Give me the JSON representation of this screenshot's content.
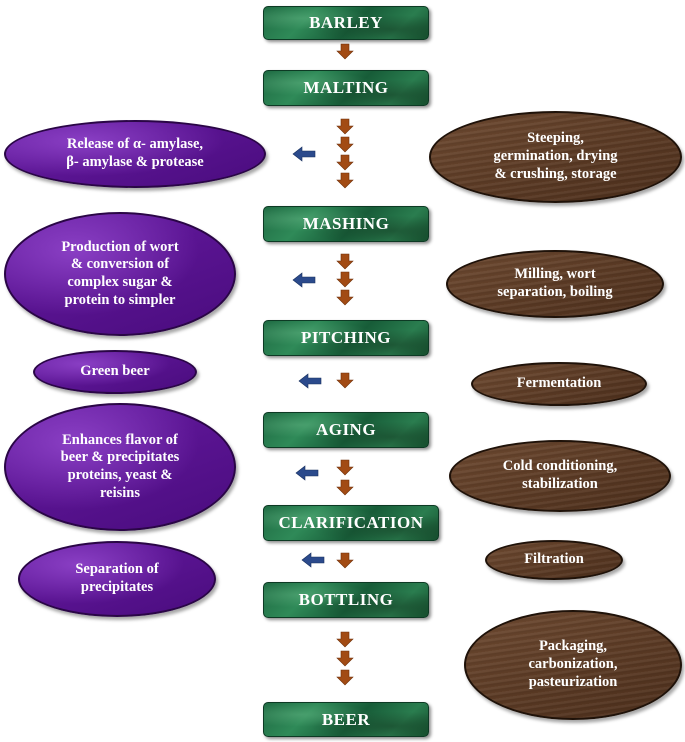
{
  "process_steps": {
    "barley": "BARLEY",
    "malting": "MALTING",
    "mashing": "MASHING",
    "pitching": "PITCHING",
    "aging": "AGING",
    "clarification": "CLARIFICATION",
    "bottling": "BOTTLING",
    "beer": "BEER"
  },
  "outcomes": {
    "malting": "Release of α- amylase,\nβ- amylase & protease",
    "mashing": "Production of wort\n& conversion of\ncomplex sugar &\nprotein to simpler",
    "pitching": "Green beer",
    "aging": "Enhances flavor of\nbeer & precipitates\nproteins, yeast &\nreisins",
    "clarification": "Separation of\nprecipitates"
  },
  "operations": {
    "malting": "Steeping,\ngermination, drying\n& crushing, storage",
    "mashing": "Milling, wort\nseparation, boiling",
    "pitching": "Fermentation",
    "aging": "Cold conditioning,\nstabilization",
    "clarification": "Filtration",
    "bottling": "Packaging,\ncarbonization,\npasteurization"
  },
  "colors": {
    "step_green": "#1f6b43",
    "outcome_purple": "#5a1492",
    "operation_brown": "#5c3b25",
    "down_arrow": "#a24b14",
    "left_arrow": "#2b4a8c"
  }
}
